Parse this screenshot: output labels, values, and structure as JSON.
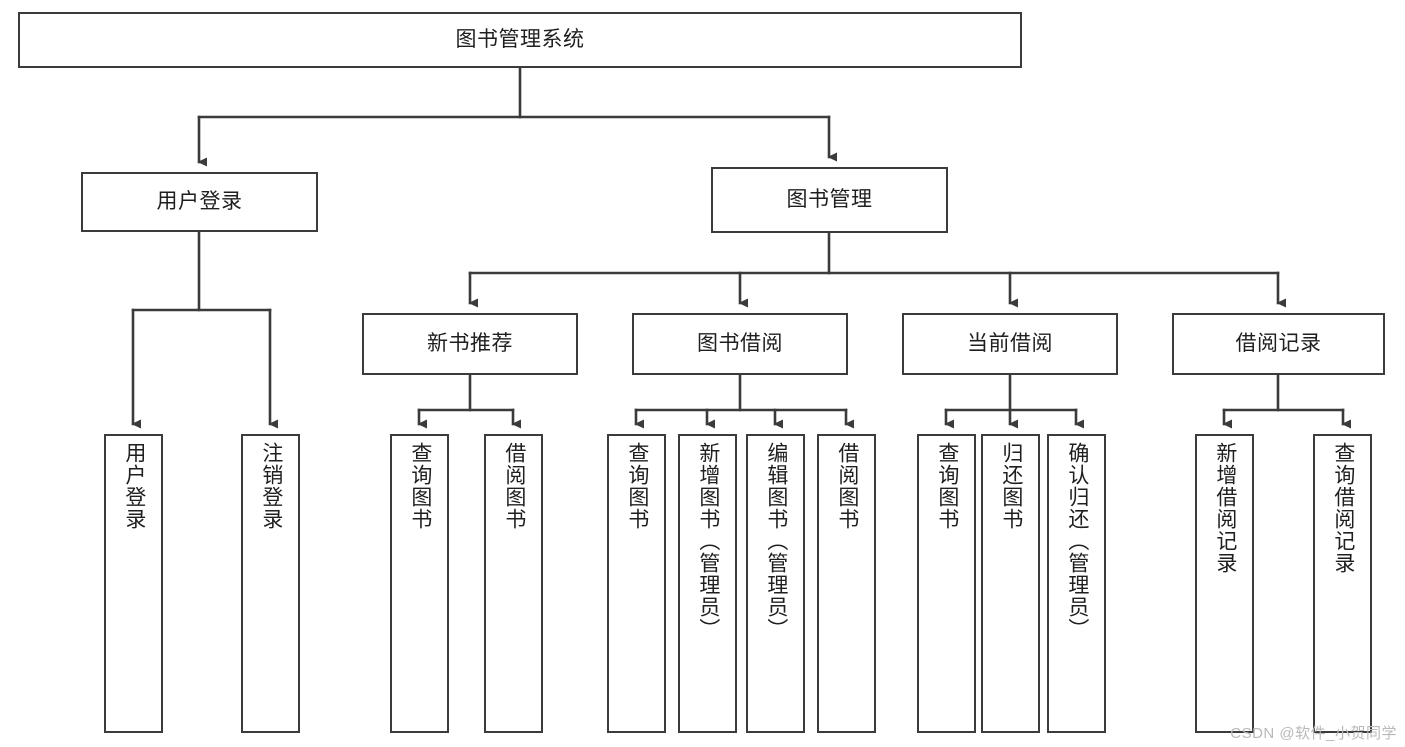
{
  "diagram": {
    "title_text": "图书管理系统",
    "type": "tree-hierarchy-diagram",
    "stroke_color": "#3b3b3b",
    "fill_color": "#ffffff",
    "text_color": "#1f1f1f",
    "nodes": {
      "root": {
        "label": "图书管理系统"
      },
      "level1": [
        {
          "id": "user-login",
          "label": "用户登录"
        },
        {
          "id": "book-manage",
          "label": "图书管理"
        }
      ],
      "level2": [
        {
          "id": "new-book-recommend",
          "label": "新书推荐"
        },
        {
          "id": "book-borrow",
          "label": "图书借阅"
        },
        {
          "id": "current-borrow",
          "label": "当前借阅"
        },
        {
          "id": "borrow-record",
          "label": "借阅记录"
        }
      ],
      "leaves": {
        "user_login": [
          {
            "id": "leaf-user-login",
            "label": "用户登录"
          },
          {
            "id": "leaf-logout",
            "label": "注销登录"
          }
        ],
        "new_book_recommend": [
          {
            "id": "leaf-query-book-1",
            "label": "查询图书"
          },
          {
            "id": "leaf-borrow-book-1",
            "label": "借阅图书"
          }
        ],
        "book_borrow": [
          {
            "id": "leaf-query-book-2",
            "label": "查询图书"
          },
          {
            "id": "leaf-add-book",
            "label": "新增图书（管理员）"
          },
          {
            "id": "leaf-edit-book",
            "label": "编辑图书（管理员）"
          },
          {
            "id": "leaf-borrow-book-2",
            "label": "借阅图书"
          }
        ],
        "current_borrow": [
          {
            "id": "leaf-query-book-3",
            "label": "查询图书"
          },
          {
            "id": "leaf-return-book",
            "label": "归还图书"
          },
          {
            "id": "leaf-confirm-return",
            "label": "确认归还（管理员）"
          }
        ],
        "borrow_record": [
          {
            "id": "leaf-add-record",
            "label": "新增借阅记录"
          },
          {
            "id": "leaf-query-record",
            "label": "查询借阅记录"
          }
        ]
      }
    }
  },
  "watermark": {
    "text": "CSDN @软件_小贺同学"
  }
}
